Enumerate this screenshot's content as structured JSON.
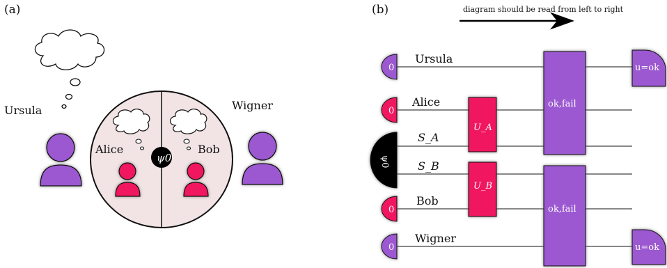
{
  "panels": {
    "a": {
      "label": "(a)"
    },
    "b": {
      "label": "(b)"
    }
  },
  "scene": {
    "ursula": "Ursula",
    "wigner": "Wigner",
    "alice": "Alice",
    "bob": "Bob",
    "state": "ψ0"
  },
  "circuit": {
    "direction_note": "diagram should be read from left to right",
    "wires": {
      "ursula": "Ursula",
      "alice": "Alice",
      "sa": "S_A",
      "sb": "S_B",
      "bob": "Bob",
      "wigner": "Wigner"
    },
    "inputs": {
      "zero": "0",
      "psi": "ψ0"
    },
    "gates": {
      "ua": "U_A",
      "ub": "U_B"
    },
    "measurements": {
      "top": "ok,fail",
      "bottom": "ok,fail"
    },
    "outputs": {
      "ursula": "u=ok",
      "wigner": "u=ok"
    }
  },
  "colors": {
    "purple": "#9b59d0",
    "pink": "#f0195f",
    "lab_fill": "#f2e4e4",
    "black": "#000000"
  }
}
